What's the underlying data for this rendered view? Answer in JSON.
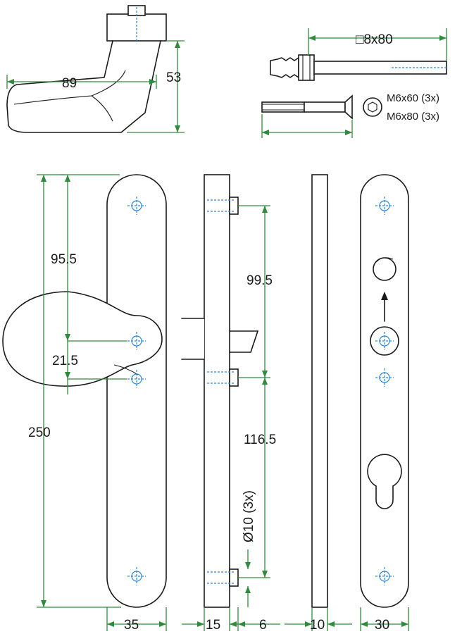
{
  "dimensions": {
    "lever_length": "89",
    "lever_height": "53",
    "spindle": "□8x80",
    "screw_a": "M6x60 (3x)",
    "screw_b": "M6x80 (3x)",
    "knob_offset": "95.5",
    "knob_hole_gap": "21.5",
    "plate_height": "250",
    "hole_top_to_spindle": "99.5",
    "spindle_to_bottom_hole": "116.5",
    "boss_diameter": "Ø10 (3x)",
    "plate_width": "35",
    "plate_thickness": "15",
    "boss_length": "6",
    "back_thickness": "10",
    "back_width": "30"
  },
  "colors": {
    "outline": "#1a1a1a",
    "dimension": "#2e8b3c",
    "centerline": "#2f86d6"
  }
}
